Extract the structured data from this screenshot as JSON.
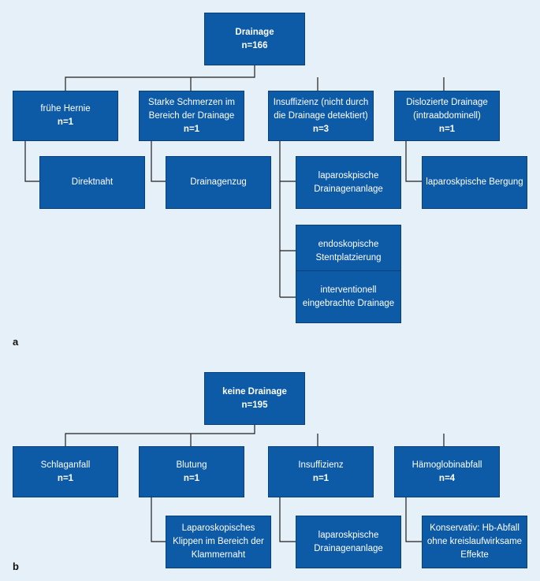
{
  "panel_a": {
    "label": "a",
    "root": {
      "title": "Drainage",
      "count": "n=166"
    },
    "branches": [
      {
        "title": "frühe Hernie",
        "count": "n=1",
        "children": [
          "Direktnaht"
        ]
      },
      {
        "title": "Starke Schmerzen im Bereich der Drainage",
        "count": "n=1",
        "children": [
          "Drainagenzug"
        ]
      },
      {
        "title": "Insuffizienz (nicht durch die Drainage detektiert)",
        "count": "n=3",
        "children": [
          "laparoskpische Drainagenanlage",
          "endoskopische Stentplatzierung",
          "interventionell eingebrachte Drainage"
        ]
      },
      {
        "title": "Dislozierte Drainage (intraabdominell)",
        "count": "n=1",
        "children": [
          "laparoskpische Bergung"
        ]
      }
    ]
  },
  "panel_b": {
    "label": "b",
    "root": {
      "title": "keine Drainage",
      "count": "n=195"
    },
    "branches": [
      {
        "title": "Schlaganfall",
        "count": "n=1",
        "children": []
      },
      {
        "title": "Blutung",
        "count": "n=1",
        "children": [
          "Laparoskopisches Klippen im Bereich der Klammernaht"
        ]
      },
      {
        "title": "Insuffizienz",
        "count": "n=1",
        "children": [
          "laparoskpische Drainagenanlage"
        ]
      },
      {
        "title": "Hämoglobinabfall",
        "count": "n=4",
        "children": [
          "Konservativ: Hb-Abfall ohne kreislaufwirksame Effekte"
        ]
      }
    ]
  }
}
